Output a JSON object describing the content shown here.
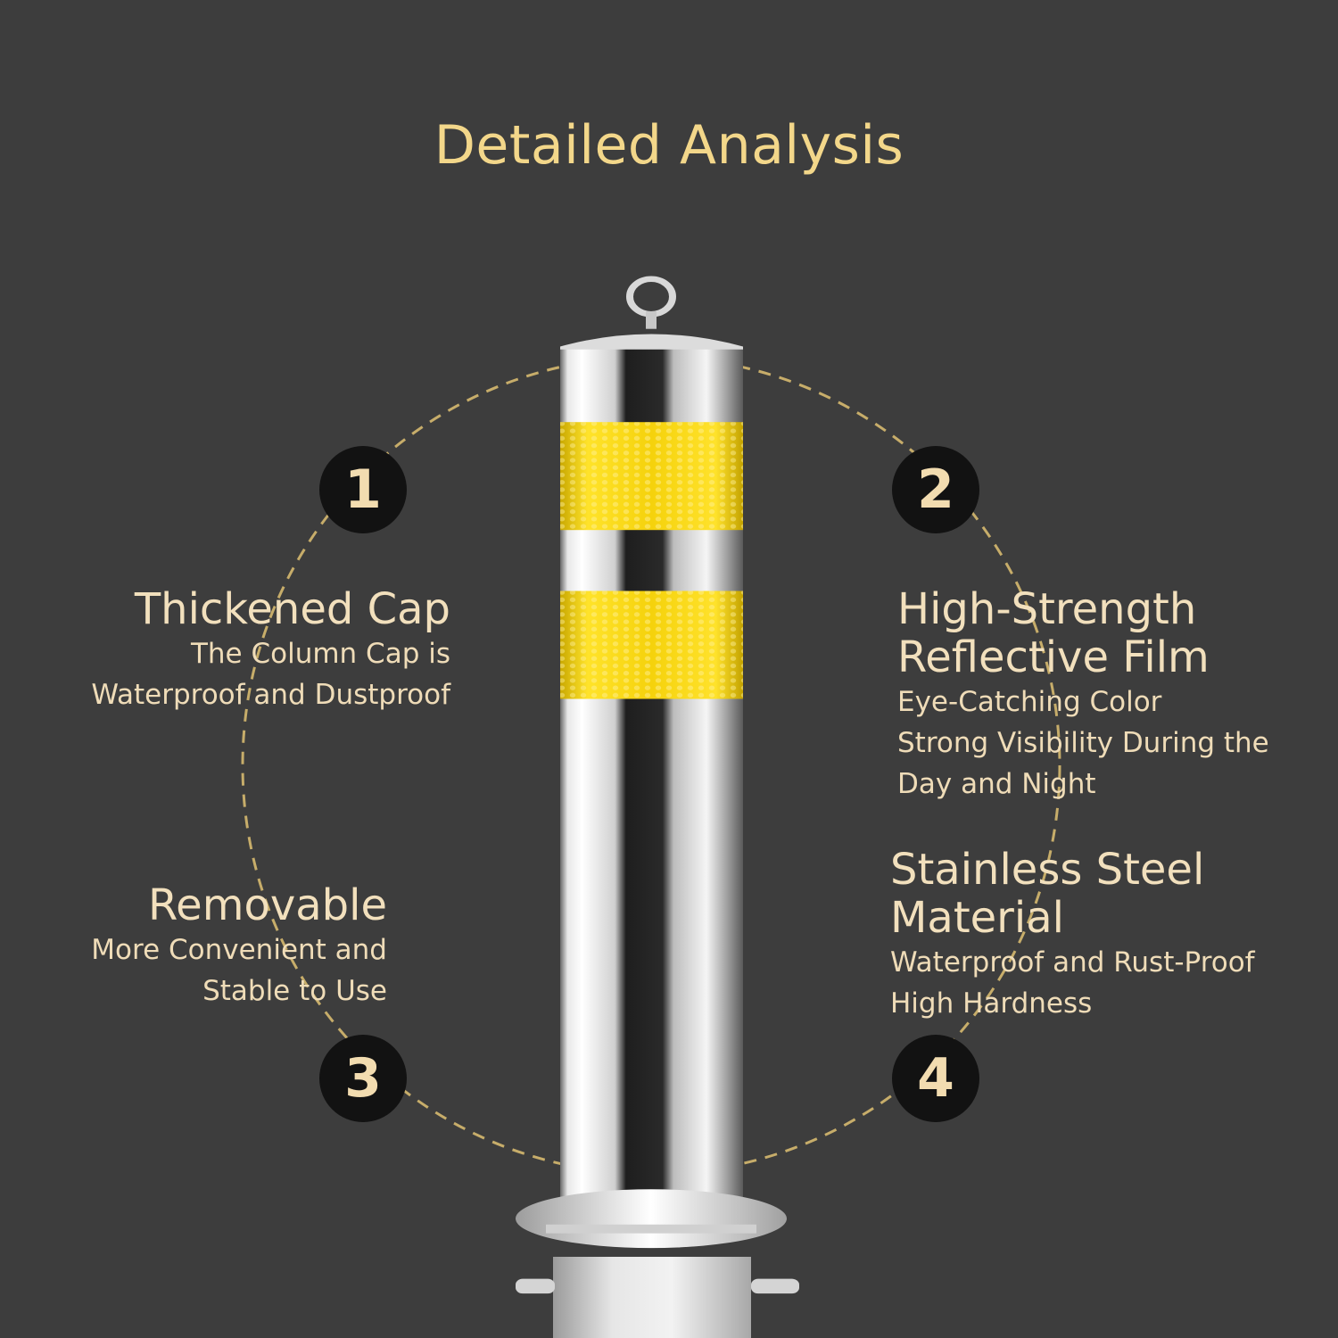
{
  "title": "Detailed Analysis",
  "colors": {
    "background": "#3d3d3d",
    "title": "#f3d78a",
    "text": "#f2e0bd",
    "reflective_band": "#f5d20c",
    "badge": "#121212"
  },
  "features": [
    {
      "number": "1",
      "heading": "Thickened Cap",
      "lines": [
        "The Column Cap is",
        "Waterproof and Dustproof"
      ]
    },
    {
      "number": "2",
      "heading_lines": [
        "High-Strength",
        "Reflective Film"
      ],
      "lines": [
        "Eye-Catching Color",
        "Strong Visibility During the",
        "Day and Night"
      ]
    },
    {
      "number": "3",
      "heading": "Removable",
      "lines": [
        "More Convenient and",
        "Stable to Use"
      ]
    },
    {
      "number": "4",
      "heading_lines": [
        "Stainless Steel",
        "Material"
      ],
      "lines": [
        "Waterproof and Rust-Proof",
        "High Hardness"
      ]
    }
  ],
  "product_image": "stainless-steel-bollard"
}
